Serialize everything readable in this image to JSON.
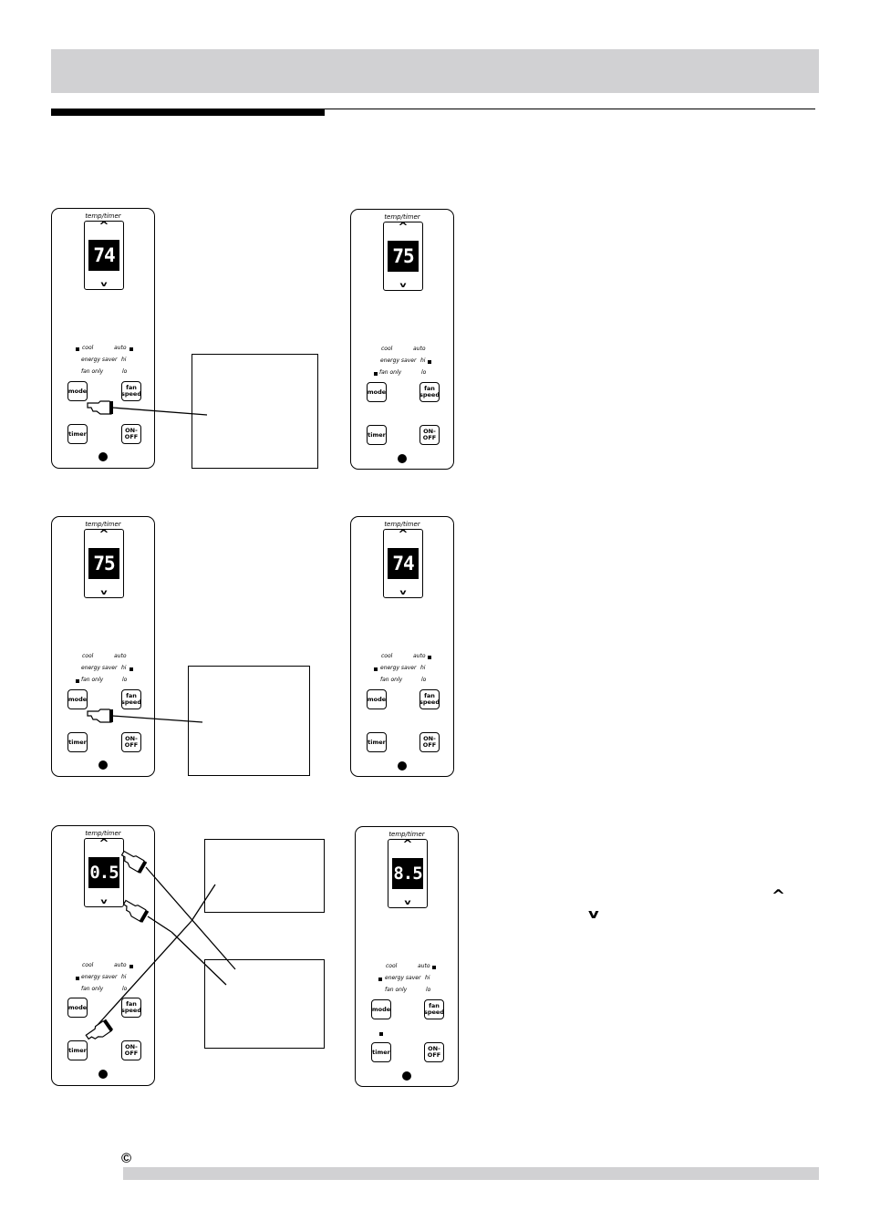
{
  "copyright_symbol": "©",
  "remote_labels": {
    "temp_timer": "temp/timer",
    "cool": "cool",
    "auto": "auto",
    "energy_saver": "energy saver",
    "hi": "hi",
    "fan_only": "fan only",
    "lo": "lo",
    "mode": "mode",
    "fan": "fan",
    "speed": "speed",
    "timer": "timer",
    "on": "ON-",
    "off": "OFF",
    "up_arrow": "^",
    "down_arrow": "v"
  },
  "displays": {
    "row1_left": "74",
    "row1_right": "75",
    "row2_left": "75",
    "row2_right": "74",
    "row3_left": "0.5",
    "row3_right": "8.5"
  },
  "side_carets": {
    "up": "^",
    "down": "v"
  },
  "icons": [
    "pointing-hand-icon",
    "copyright-icon"
  ]
}
